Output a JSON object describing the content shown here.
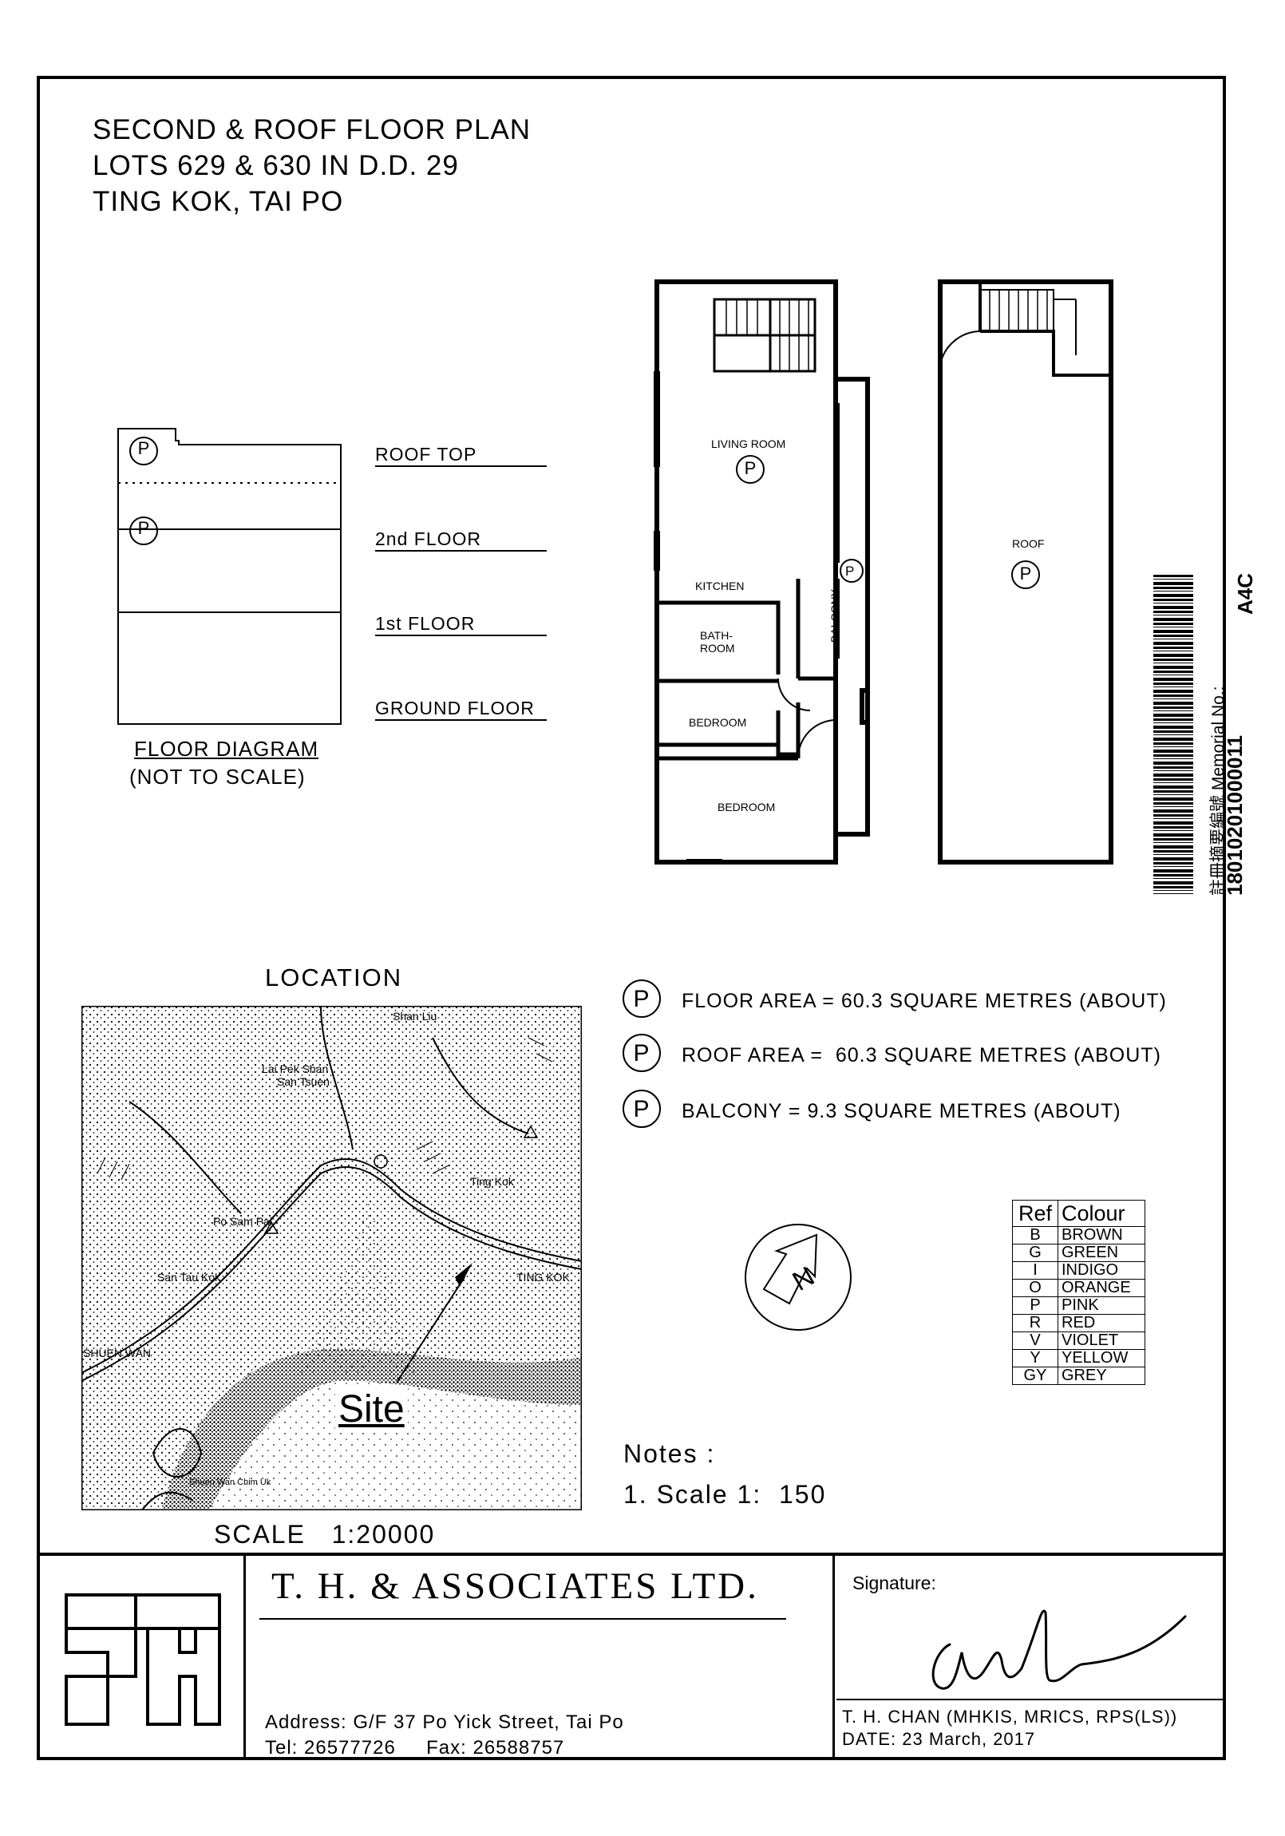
{
  "title_block": {
    "line1": "SECOND & ROOF FLOOR PLAN",
    "line2": "LOTS 629 & 630 IN D.D. 29",
    "line3": "TING KOK, TAI PO"
  },
  "floor_diagram": {
    "levels": [
      "ROOF TOP",
      "2nd FLOOR",
      "1st FLOOR",
      "GROUND FLOOR"
    ],
    "marker": "P",
    "caption": "FLOOR DIAGRAM",
    "caption_note": "(NOT TO SCALE)"
  },
  "second_floor_plan": {
    "rooms": {
      "living_room": "LIVING ROOM",
      "kitchen": "KITCHEN",
      "bathroom_line1": "BATH-",
      "bathroom_line2": "ROOM",
      "bedroom_1": "BEDROOM",
      "bedroom_2": "BEDROOM",
      "balcony": "BALCONY"
    },
    "marker": "P"
  },
  "roof_plan": {
    "roof_label": "ROOF",
    "marker": "P"
  },
  "barcode": {
    "sheet_code": "A4C",
    "memorial_label": "註冊摘要編號 Memorial No.:",
    "memorial_no": "18010201000011"
  },
  "location": {
    "heading": "LOCATION",
    "scale": "SCALE   1:20000",
    "site_label": "Site",
    "place_names": [
      "Shan Liu",
      "Lai Pek Shan",
      "San Tsuen",
      "Po Sam Pai",
      "San Tau Kok",
      "Ting Kok",
      "TING KOK",
      "SHUEN WAN",
      "Shuen Wan Chim Uk"
    ]
  },
  "areas": {
    "marker": "P",
    "floor_area": "FLOOR AREA = 60.3 SQUARE METRES (ABOUT)",
    "roof_area": "ROOF AREA =  60.3 SQUARE METRES (ABOUT)",
    "balcony": "BALCONY = 9.3 SQUARE METRES (ABOUT)"
  },
  "north_arrow": {
    "letter": "N"
  },
  "colour_table": {
    "header_ref": "Ref",
    "header_colour": "Colour",
    "rows": [
      {
        "ref": "B",
        "colour": "BROWN"
      },
      {
        "ref": "G",
        "colour": "GREEN"
      },
      {
        "ref": "I",
        "colour": "INDIGO"
      },
      {
        "ref": "O",
        "colour": "ORANGE"
      },
      {
        "ref": "P",
        "colour": "PINK"
      },
      {
        "ref": "R",
        "colour": "RED"
      },
      {
        "ref": "V",
        "colour": "VIOLET"
      },
      {
        "ref": "Y",
        "colour": "YELLOW"
      },
      {
        "ref": "GY",
        "colour": "GREY"
      }
    ]
  },
  "notes": {
    "heading": "Notes :",
    "item1": "1. Scale 1:  150"
  },
  "footer": {
    "company": "T. H. & ASSOCIATES LTD.",
    "address": "Address: G/F 37 Po Yick Street, Tai Po",
    "tel": "Tel: 26577726     Fax: 26588757",
    "signature_label": "Signature:",
    "signatory": "T. H. CHAN (MHKIS, MRICS, RPS(LS))",
    "date": "DATE: 23 March, 2017",
    "logo_icon": "th-logo-icon"
  }
}
